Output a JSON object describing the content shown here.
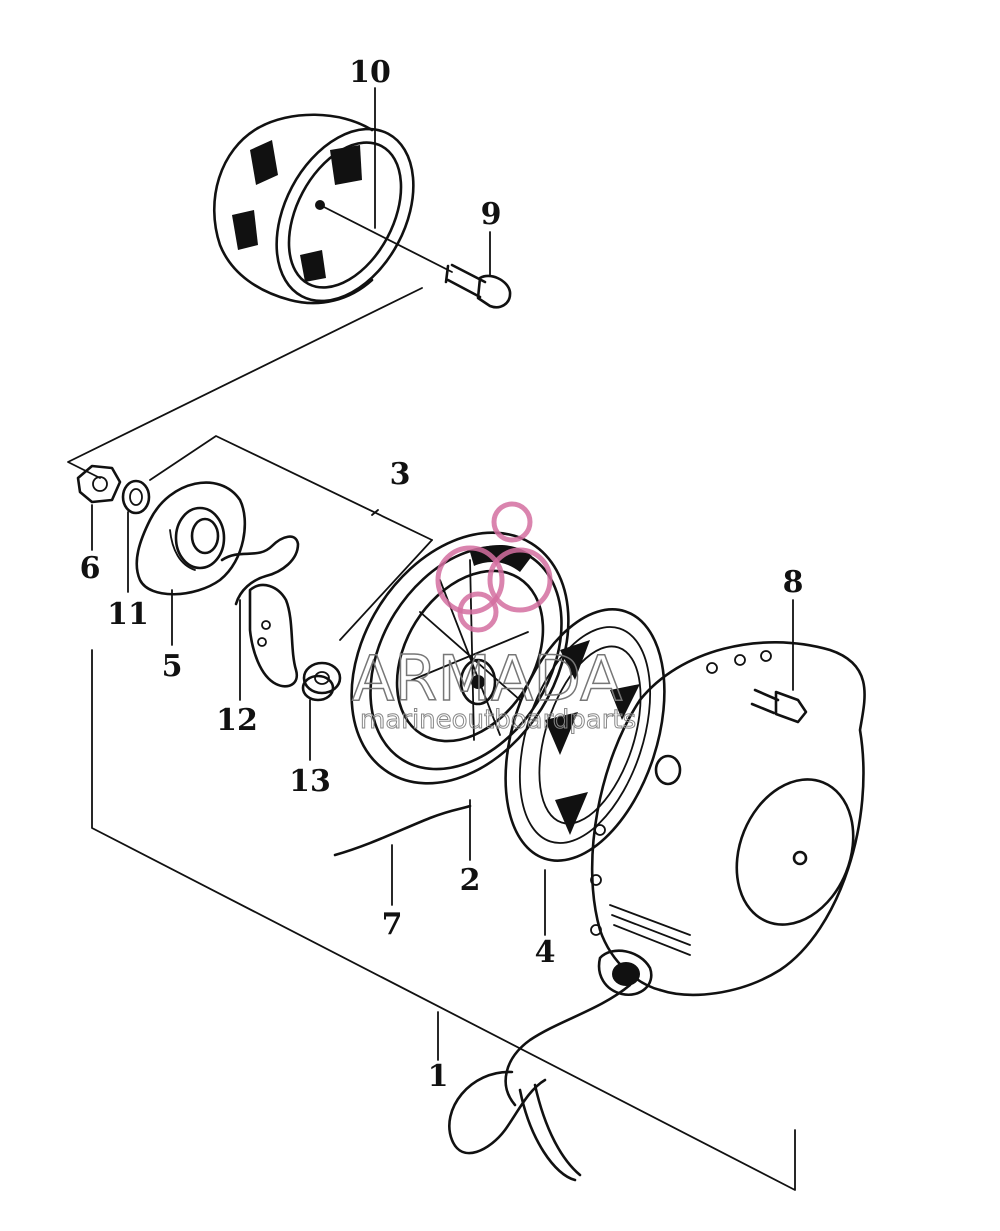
{
  "diagram": {
    "part_labels": {
      "p1": "1",
      "p2": "2",
      "p3": "3",
      "p4": "4",
      "p5": "5",
      "p6": "6",
      "p7": "7",
      "p8": "8",
      "p9": "9",
      "p10": "10",
      "p11": "11",
      "p12": "12",
      "p13": "13"
    },
    "watermark": {
      "brand": "ARMADA",
      "tagline": "marineoutboardparts",
      "color": "#d36fa0"
    }
  }
}
